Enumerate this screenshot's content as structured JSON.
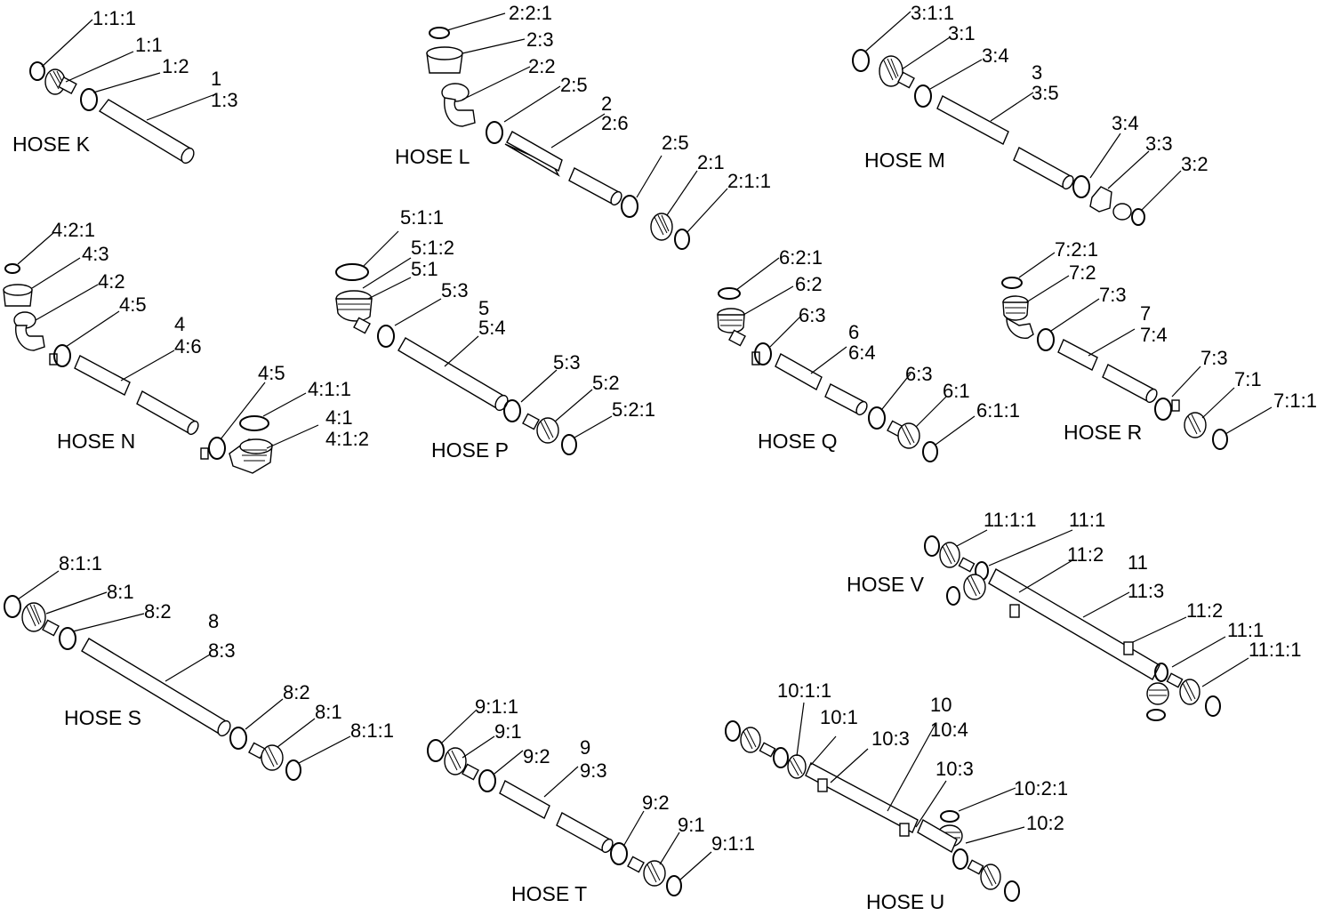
{
  "hoses": [
    {
      "title": "HOSE K",
      "labels": [
        "1:1:1",
        "1:1",
        "1:2",
        "1",
        "1:3"
      ]
    },
    {
      "title": "HOSE L",
      "labels": [
        "2:2:1",
        "2:3",
        "2:2",
        "2:5",
        "2",
        "2:6",
        "2:5",
        "2:1",
        "2:1:1"
      ]
    },
    {
      "title": "HOSE M",
      "labels": [
        "3:1:1",
        "3:1",
        "3:4",
        "3",
        "3:5",
        "3:4",
        "3:3",
        "3:2"
      ]
    },
    {
      "title": "HOSE N",
      "labels": [
        "4:2:1",
        "4:3",
        "4:2",
        "4:5",
        "4",
        "4:6",
        "4:5",
        "4:1:1",
        "4:1",
        "4:1:2"
      ]
    },
    {
      "title": "HOSE P",
      "labels": [
        "5:1:1",
        "5:1:2",
        "5:1",
        "5:3",
        "5",
        "5:4",
        "5:3",
        "5:2",
        "5:2:1"
      ]
    },
    {
      "title": "HOSE Q",
      "labels": [
        "6:2:1",
        "6:2",
        "6:3",
        "6",
        "6:4",
        "6:3",
        "6:1",
        "6:1:1"
      ]
    },
    {
      "title": "HOSE R",
      "labels": [
        "7:2:1",
        "7:2",
        "7:3",
        "7",
        "7:4",
        "7:3",
        "7:1",
        "7:1:1"
      ]
    },
    {
      "title": "HOSE S",
      "labels": [
        "8:1:1",
        "8:1",
        "8:2",
        "8",
        "8:3",
        "8:2",
        "8:1",
        "8:1:1"
      ]
    },
    {
      "title": "HOSE T",
      "labels": [
        "9:1:1",
        "9:1",
        "9:2",
        "9",
        "9:3",
        "9:2",
        "9:1",
        "9:1:1"
      ]
    },
    {
      "title": "HOSE U",
      "labels": [
        "10:1:1",
        "10:1",
        "10:3",
        "10",
        "10:4",
        "10:3",
        "10:2:1",
        "10:2"
      ]
    },
    {
      "title": "HOSE V",
      "labels": [
        "11:1:1",
        "11:1",
        "11:2",
        "11",
        "11:3",
        "11:2",
        "11:1",
        "11:1:1"
      ]
    }
  ]
}
